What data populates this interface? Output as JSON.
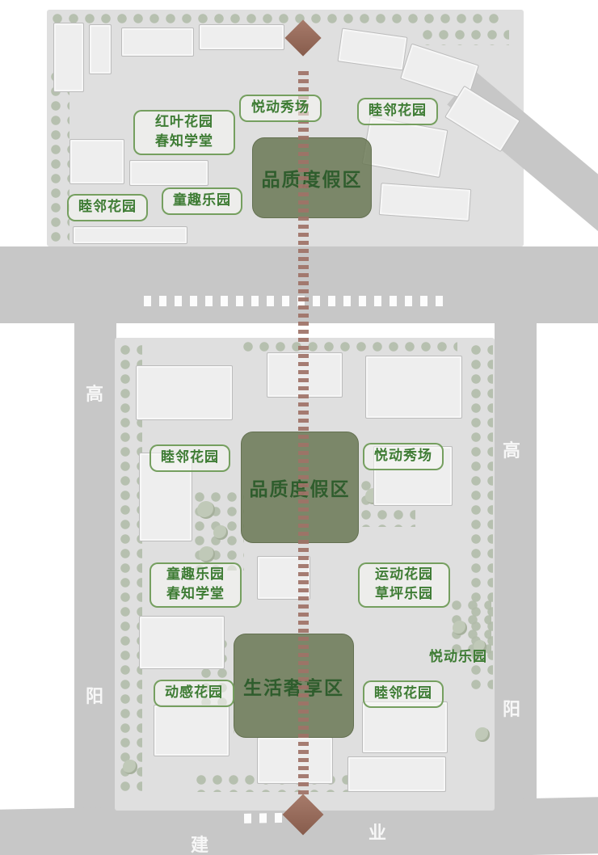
{
  "colors": {
    "road_gray": "#c7c7c7",
    "parcel_gray": "#dfdfdf",
    "axis_dash": "#9f7267",
    "axis_diamond": "#92675a",
    "zone_fill": "#65744f",
    "zone_text": "#2f5d2d",
    "label_green": "#3e7c34",
    "road_text": "#f7f7f7"
  },
  "major_zones": [
    {
      "label": "品质度假区"
    },
    {
      "label": "品质度假区"
    },
    {
      "label": "生活奢享区"
    }
  ],
  "garden_labels": [
    {
      "lines": [
        "红叶花园",
        "春知学堂"
      ]
    },
    {
      "lines": [
        "悦动秀场"
      ]
    },
    {
      "lines": [
        "睦邻花园"
      ]
    },
    {
      "lines": [
        "睦邻花园"
      ]
    },
    {
      "lines": [
        "童趣乐园"
      ]
    },
    {
      "lines": [
        "睦邻花园"
      ]
    },
    {
      "lines": [
        "悦动秀场"
      ]
    },
    {
      "lines": [
        "童趣乐园",
        "春知学堂"
      ]
    },
    {
      "lines": [
        "运动花园",
        "草坪乐园"
      ]
    },
    {
      "lines": [
        "动感花园"
      ]
    },
    {
      "lines": [
        "睦邻花园"
      ]
    },
    {
      "lines": [
        "悦动乐园"
      ]
    }
  ],
  "road_labels": {
    "left_top": "高",
    "right_top": "高",
    "left_bottom": "阳",
    "right_bottom": "阳",
    "bottom_left": "建",
    "bottom_right": "业"
  }
}
